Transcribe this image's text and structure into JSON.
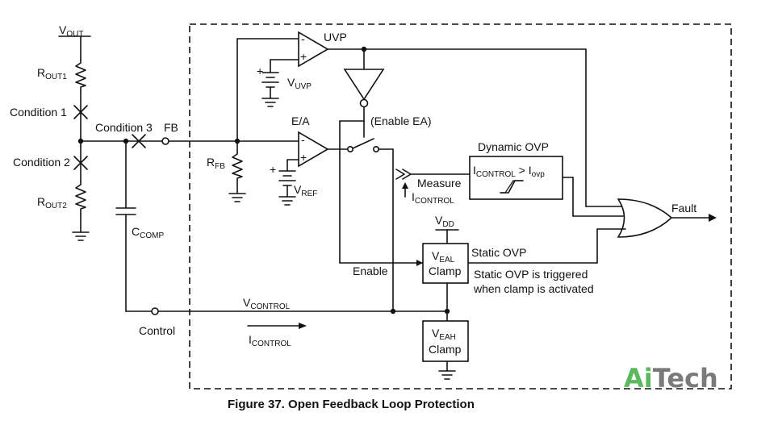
{
  "labels": {
    "vout_main": "V",
    "vout_sub": "OUT",
    "rout1_main": "R",
    "rout1_sub": "OUT1",
    "rout2_main": "R",
    "rout2_sub": "OUT2",
    "condition1": "Condition 1",
    "condition2": "Condition 2",
    "condition3": "Condition 3",
    "fb": "FB",
    "rfb_main": "R",
    "rfb_sub": "FB",
    "ccomp_main": "C",
    "ccomp_sub": "COMP",
    "uvp": "UVP",
    "vuvp_main": "V",
    "vuvp_sub": "UVP",
    "ea": "E/A",
    "vref_main": "V",
    "vref_sub": "REF",
    "enable_ea": "(Enable EA)",
    "measure": "Measure",
    "icontrol_main": "I",
    "icontrol_sub": "CONTROL",
    "dynamic_ovp": "Dynamic OVP",
    "ovp_cond_i": "I",
    "ovp_cond_control": "CONTROL",
    "ovp_cond_gt": " > I",
    "ovp_cond_ovp": "ovp",
    "fault": "Fault",
    "vdd_main": "V",
    "vdd_sub": "DD",
    "veal_main": "V",
    "veal_sub": "EAL",
    "clamp": "Clamp",
    "veah_main": "V",
    "veah_sub": "EAH",
    "static_ovp": "Static OVP",
    "static_note_1": "Static OVP is triggered",
    "static_note_2": "when clamp is activated",
    "enable": "Enable",
    "vcontrol_main": "V",
    "vcontrol_sub": "CONTROL",
    "control": "Control",
    "icontrol2_main": "I",
    "icontrol2_sub": "CONTROL",
    "plus": "+",
    "minus": "-"
  },
  "caption": "Figure 37. Open Feedback Loop Protection",
  "watermark": {
    "part1": "Ai",
    "part2": "Tech",
    "color1": "#5cb85c",
    "color2": "#7a7a7a"
  }
}
